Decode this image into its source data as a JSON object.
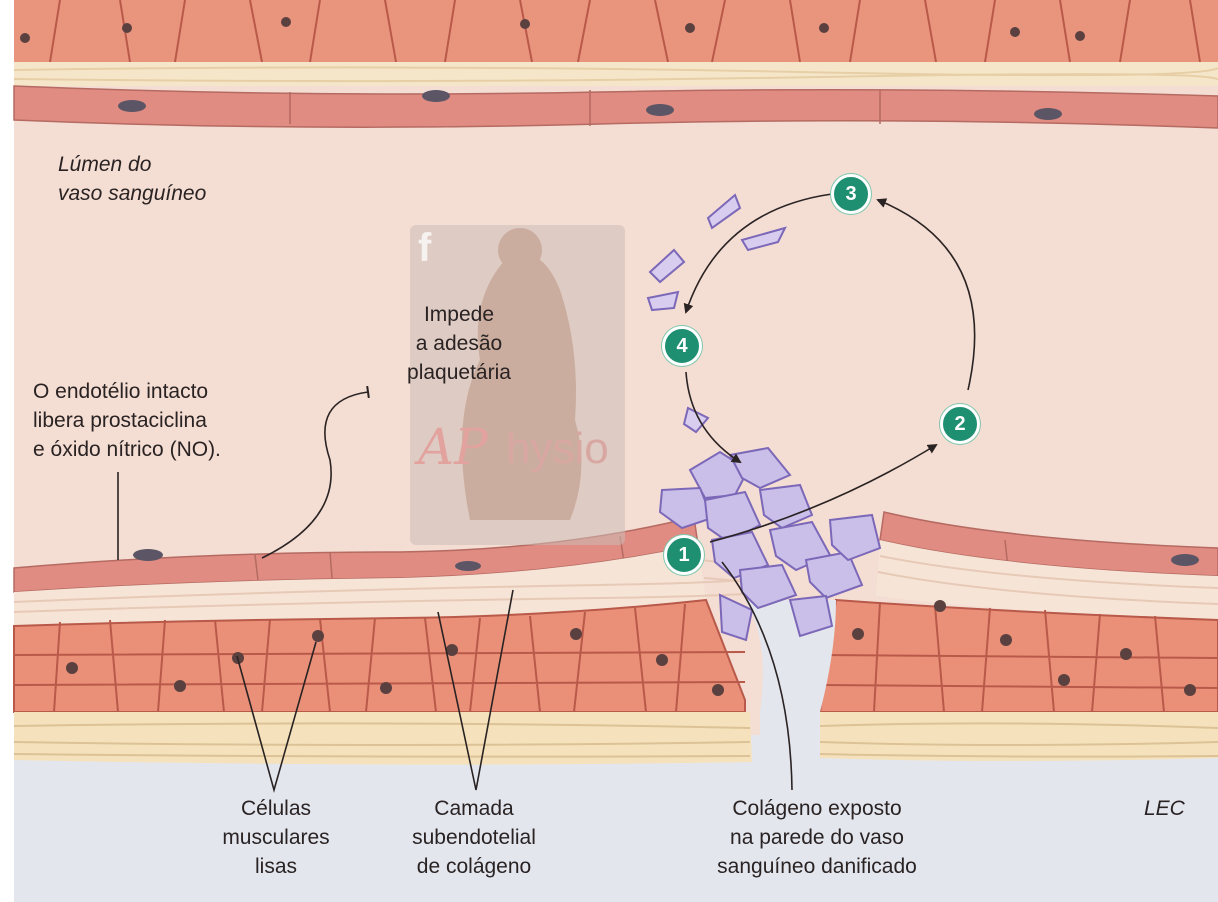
{
  "labels": {
    "lumen": "Lúmen do\nvaso sanguíneo",
    "endothelium": "O endotélio intacto\nlibera prostaciclina\ne óxido nítrico (NO).",
    "impede": "Impede\na adesão\nplaquetária",
    "smooth_muscle": "Células\nmusculares\nlisas",
    "subendothelial": "Camada\nsubendotelial\nde colágeno",
    "collagen_exposed": "Colágeno exposto\nna parede do vaso\nsanguíneo danificado",
    "lec": "LEC"
  },
  "steps": [
    "1",
    "2",
    "3",
    "4"
  ],
  "watermark": {
    "brand_a": "AP",
    "brand_b": "hysio",
    "facebook_glyph": "f"
  },
  "colors": {
    "lumen": "#f4ddd3",
    "lec": "#e4e6ee",
    "muscle_cell": "#e88a70",
    "endothelium": "#de8a82",
    "collagen": "#f4e3bf",
    "platelet": "#8f78c4",
    "step_badge": "#1f8f72"
  }
}
